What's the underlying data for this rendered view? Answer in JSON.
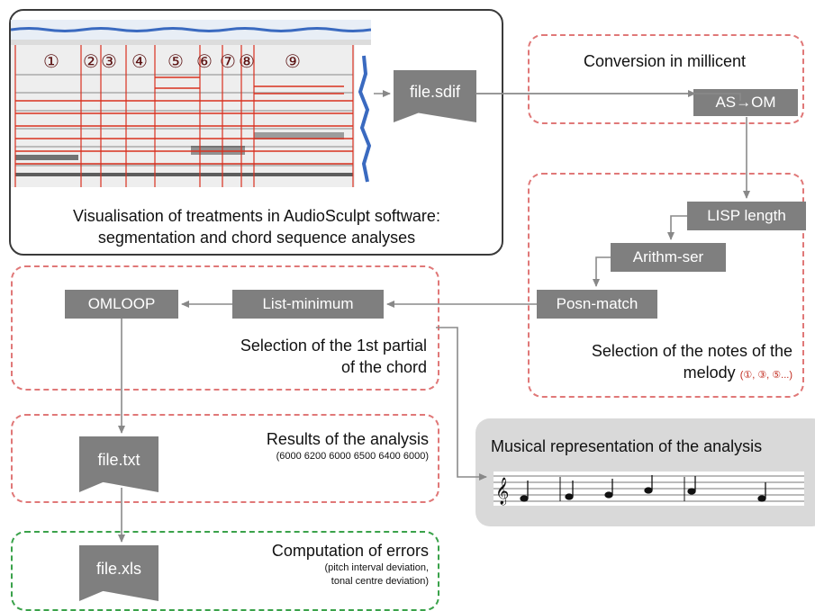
{
  "audiosculpt": {
    "caption_line1": "Visualisation of treatments in AudioSculpt software:",
    "caption_line2": "segmentation and chord sequence analyses",
    "segments": [
      "①",
      "②",
      "③",
      "④",
      "⑤",
      "⑥",
      "⑦",
      "⑧",
      "⑨"
    ]
  },
  "file_sdif": "file.sdif",
  "conversion": {
    "title": "Conversion in millicent",
    "node": "AS→OM"
  },
  "melody_selection": {
    "node_lisp": "LISP length",
    "node_arithm": "Arithm-ser",
    "node_posn": "Posn-match",
    "caption_line1": "Selection of the notes of the",
    "caption_line2": "melody",
    "caption_note": "(①, ③, ⑤...)"
  },
  "partial_selection": {
    "node_omloop": "OMLOOP",
    "node_listmin": "List-minimum",
    "caption_line1": "Selection of the 1st partial",
    "caption_line2": "of the chord"
  },
  "results": {
    "file": "file.txt",
    "title": "Results of the analysis",
    "values": "(6000 6200 6000 6500 6400 6000)"
  },
  "musical": {
    "title": "Musical representation of the analysis"
  },
  "errors": {
    "file": "file.xls",
    "title": "Computation of errors",
    "detail_line1": "(pitch interval deviation,",
    "detail_line2": "tonal centre deviation)"
  },
  "colors": {
    "node_fill": "#7f7f7f",
    "red_dash": "#e07878",
    "green_dash": "#3aa24a",
    "grey_panel": "#d9d9d9",
    "segment_red": "#d9301f"
  }
}
